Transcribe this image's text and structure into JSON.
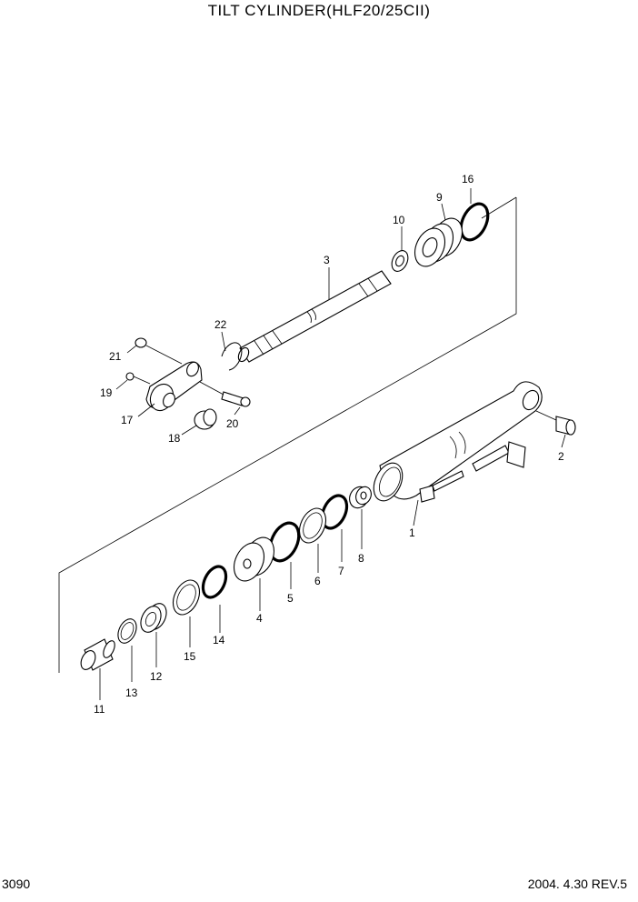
{
  "header": {
    "title": "TILT CYLINDER(HLF20/25CII)"
  },
  "footer": {
    "page_number": "3090",
    "revision": "2004. 4.30 REV.5"
  },
  "callouts": [
    "1",
    "2",
    "3",
    "4",
    "5",
    "6",
    "7",
    "8",
    "9",
    "10",
    "11",
    "12",
    "13",
    "14",
    "15",
    "16",
    "17",
    "18",
    "19",
    "20",
    "21",
    "22"
  ]
}
